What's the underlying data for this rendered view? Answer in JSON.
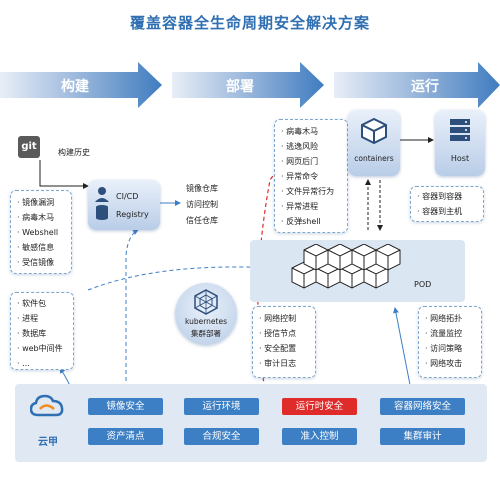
{
  "title": "覆盖容器全生命周期安全解决方案",
  "phases": [
    "构建",
    "部署",
    "运行"
  ],
  "git": {
    "icon_text": "git",
    "label": "构建历史"
  },
  "build_risks": [
    "镜像漏洞",
    "病毒木马",
    "Webshell",
    "敏感信息",
    "受信镜像"
  ],
  "cicd": {
    "line1": "CI/CD",
    "line2": "Registry"
  },
  "deploy_items": [
    "镜像仓库",
    "访问控制",
    "信任仓库"
  ],
  "runtime_risks": [
    "病毒木马",
    "逃逸风险",
    "网页后门",
    "异常命令",
    "文件异常行为",
    "异常进程",
    "反弹shell"
  ],
  "containers_label": "containers",
  "host_label": "Host",
  "escape_items": [
    "容器到容器",
    "容器到主机"
  ],
  "pod_label": "POD",
  "assets": [
    "软件包",
    "进程",
    "数据库",
    "web中间件",
    "..."
  ],
  "kubernetes": {
    "line1": "kubernetes",
    "line2": "集群部署"
  },
  "cluster_items": [
    "网络控制",
    "授信节点",
    "安全配置",
    "审计日志"
  ],
  "network_items": [
    "网络拓扑",
    "流量监控",
    "访问策略",
    "网络攻击"
  ],
  "brand": "云甲",
  "features": [
    {
      "label": "镜像安全",
      "color": "#3d7fc4"
    },
    {
      "label": "运行环境",
      "color": "#3d7fc4"
    },
    {
      "label": "运行时安全",
      "color": "#e02b2b"
    },
    {
      "label": "容器网络安全",
      "color": "#3d7fc4"
    },
    {
      "label": "资产清点",
      "color": "#3d7fc4"
    },
    {
      "label": "合规安全",
      "color": "#3d7fc4"
    },
    {
      "label": "准入控制",
      "color": "#3d7fc4"
    },
    {
      "label": "集群审计",
      "color": "#3d7fc4"
    }
  ]
}
